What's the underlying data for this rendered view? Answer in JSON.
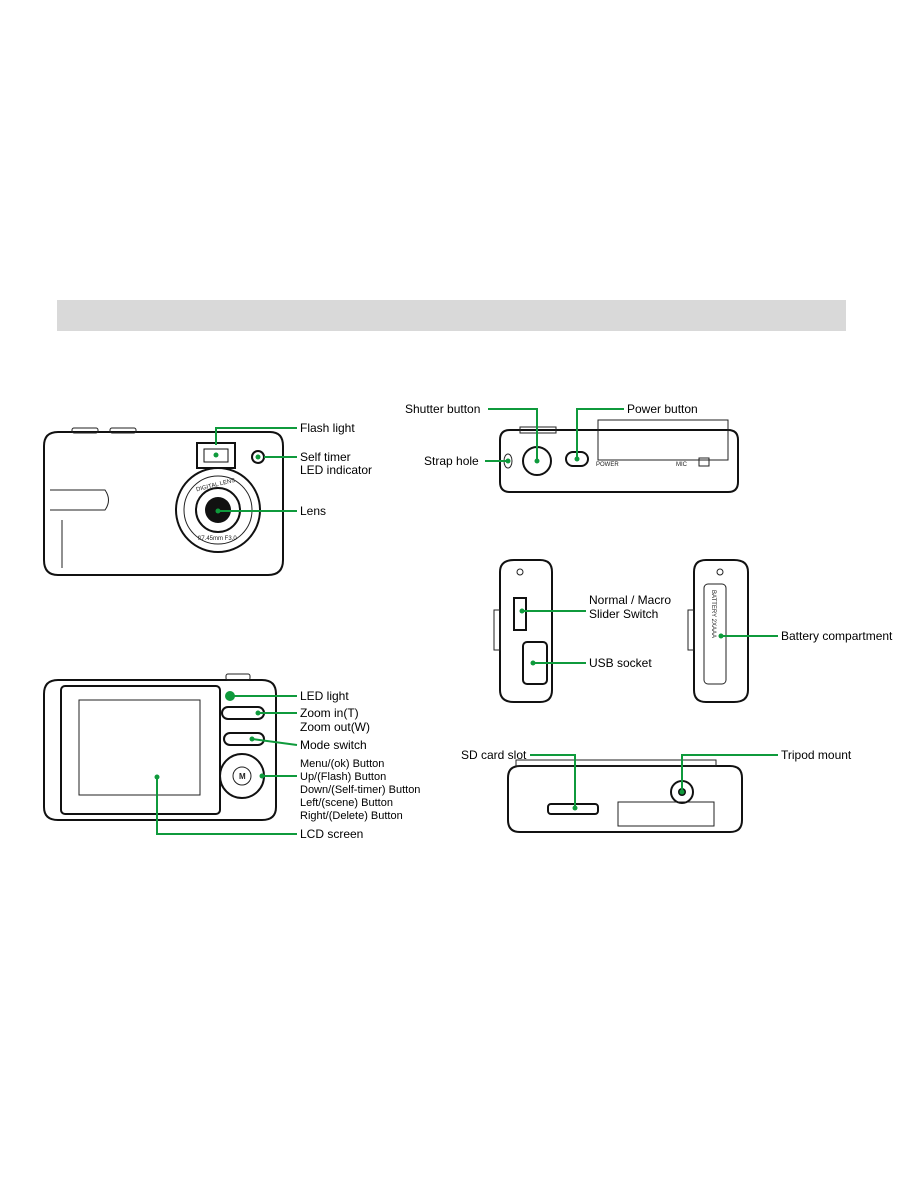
{
  "colors": {
    "leader": "#0f9a3c",
    "header_bar": "#d9d9d9",
    "outline": "#111111"
  },
  "front_view": {
    "flash_light": "Flash light",
    "self_timer_line1": "Self timer",
    "self_timer_line2": "LED indicator",
    "lens": "Lens",
    "lens_ring_text": "DIGITAL LENS",
    "lens_spec": "f/7.45mm  F3.0"
  },
  "back_view": {
    "led_light": "LED light",
    "zoom_in": "Zoom in(T)",
    "zoom_out": "Zoom out(W)",
    "mode_switch": "Mode switch",
    "menu_button": "Menu/(ok) Button",
    "up_button": "Up/(Flash) Button",
    "down_button": "Down/(Self-timer) Button",
    "left_button": "Left/(scene) Button",
    "right_button": "Right/(Delete) Button",
    "lcd_screen": "LCD screen",
    "dpad_center": "M"
  },
  "top_view": {
    "shutter_button": "Shutter button",
    "power_button": "Power button",
    "strap_hole": "Strap hole",
    "power_print": "POWER",
    "mic_print": "MIC"
  },
  "side_views": {
    "normal_macro_line1": "Normal / Macro",
    "normal_macro_line2": "Slider Switch",
    "usb_socket": "USB socket",
    "battery_compartment": "Battery compartment",
    "battery_print": "BATTERY 2XAAA"
  },
  "bottom_view": {
    "sd_card_slot": "SD card slot",
    "tripod_mount": "Tripod mount"
  }
}
